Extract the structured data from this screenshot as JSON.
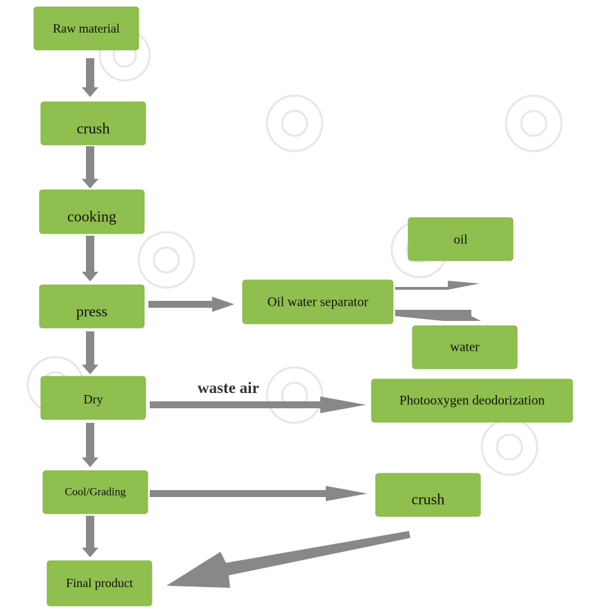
{
  "diagram": {
    "nodes": {
      "raw_material": "Raw material",
      "crush_1": "crush",
      "cooking": "cooking",
      "press": "press",
      "dry": "Dry",
      "cool_grading": "Cool/Grading",
      "final_product": "Final product",
      "oil_water_separator": "Oil water separator",
      "oil": "oil",
      "water": "water",
      "photooxygen_deodorization": "Photooxygen deodorization",
      "crush_2": "crush"
    },
    "edge_labels": {
      "dry_to_deodorization": "waste air"
    },
    "colors": {
      "node_fill": "#8fbf4e",
      "arrow": "#888888"
    }
  }
}
